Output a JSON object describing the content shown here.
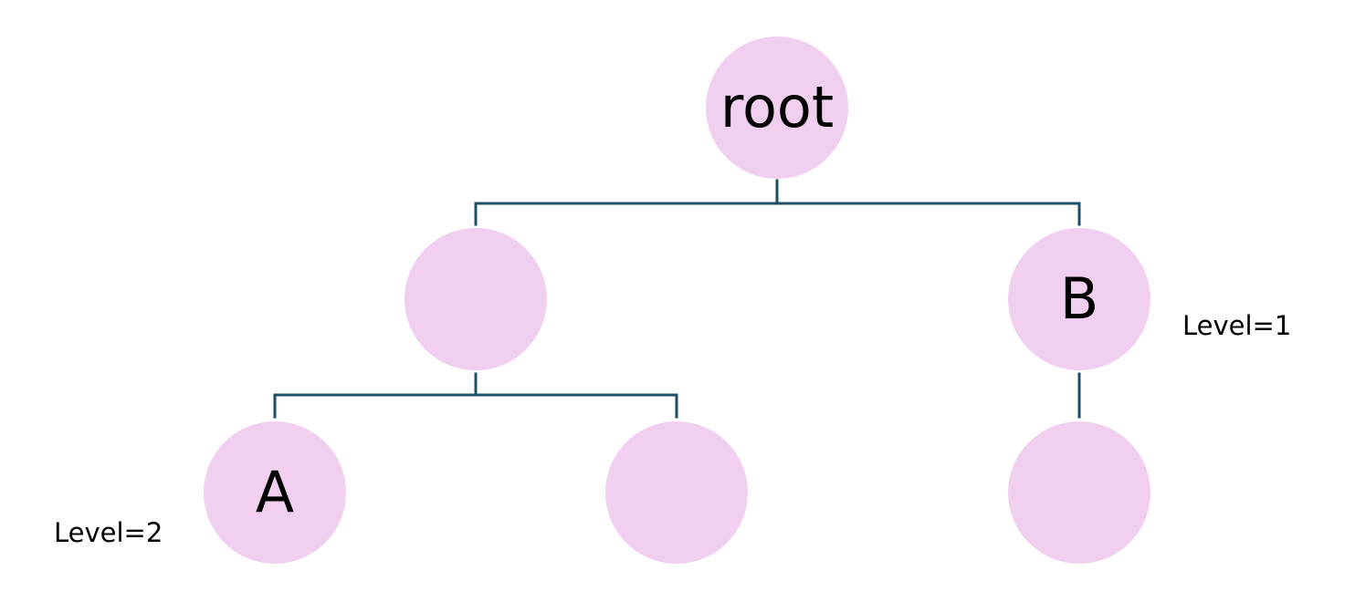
{
  "colors": {
    "node_fill": "#f1cfee",
    "connector": "#1d4f66",
    "text": "#000000"
  },
  "nodes": {
    "root": {
      "label": "root"
    },
    "left_child": {
      "label": ""
    },
    "right_child": {
      "label": "B"
    },
    "left_left_child": {
      "label": "A"
    },
    "left_right_child": {
      "label": ""
    },
    "right_child_child": {
      "label": ""
    }
  },
  "annotations": {
    "b_level": "Level=1",
    "a_level": "Level=2"
  }
}
